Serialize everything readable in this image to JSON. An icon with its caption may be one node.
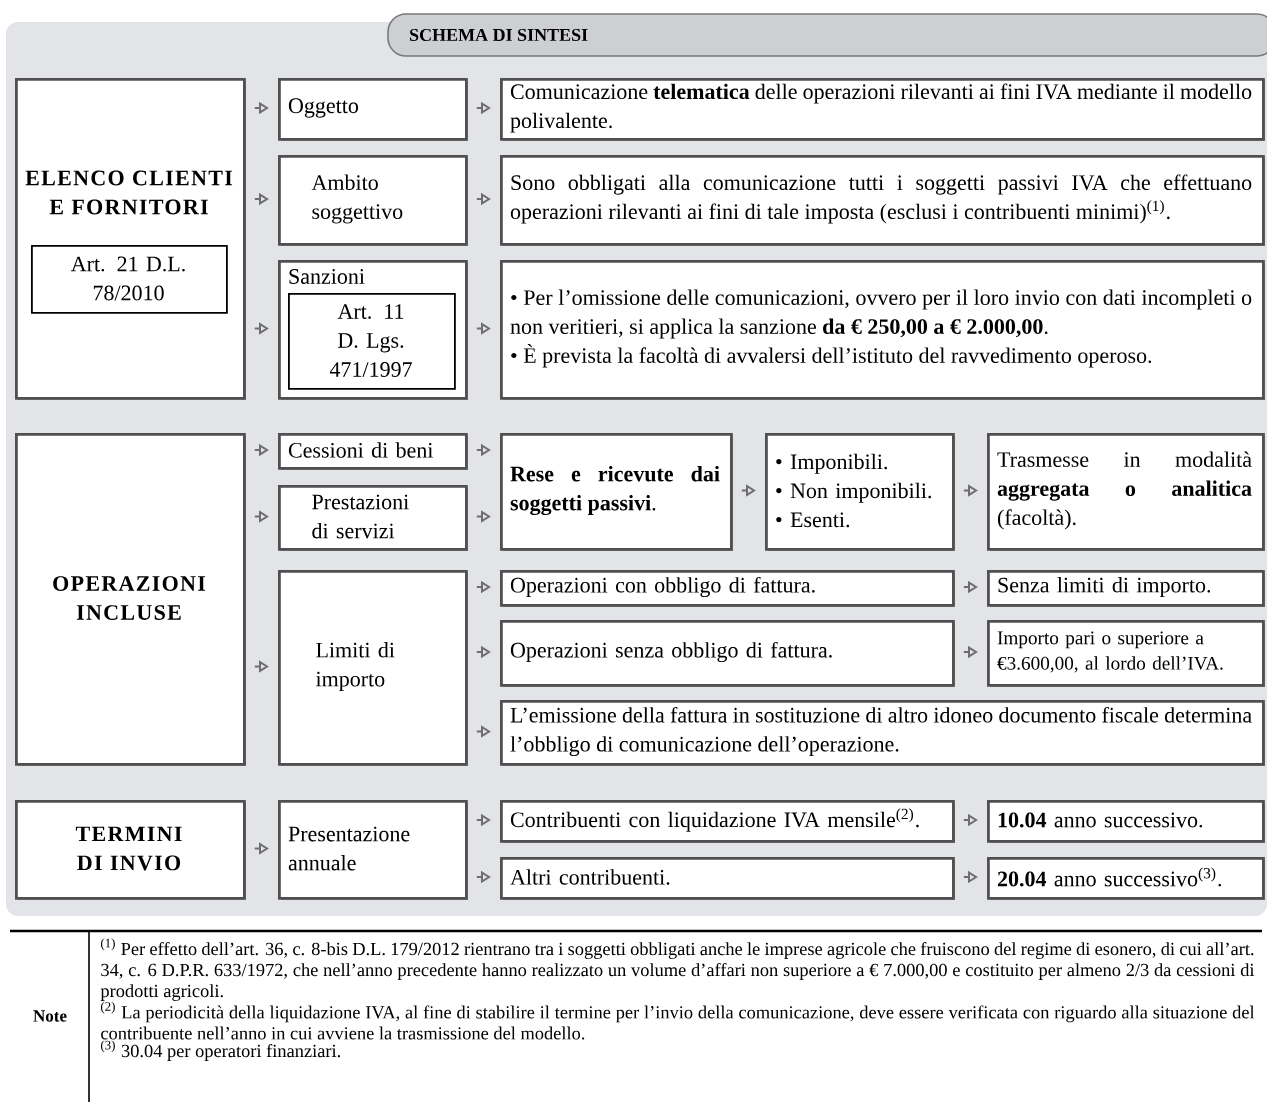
{
  "diagram": {
    "title": "SCHEMA DI SINTESI",
    "nodes": [
      {
        "text": [
          "ELENCO CLIENTI E FORNITORI"
        ]
      },
      {
        "text": [
          "Art. 21 D.L. 78/2010"
        ],
        "in": 0
      },
      {
        "text": [
          "Oggetto"
        ]
      },
      {
        "text": [
          "Ambito soggettivo"
        ]
      },
      {
        "text": [
          "Sanzioni"
        ]
      },
      {
        "text": [
          "Art. 11 D. Lgs. 471/1997"
        ],
        "in": 4
      },
      {
        "text": [
          "Comunicazione **telematica** delle operazioni rilevanti ai fini IVA mediante il modello polivalente."
        ]
      },
      {
        "text": [
          "Sono obbligati alla comunicazione tutti i soggetti passivi IVA che effettuano operazioni rilevanti ai fini di tale imposta (esclusi i contribuenti minimi)$^{(1)}$."
        ]
      },
      {
        "text": [
          "• Per l’omissione delle comunicazioni, ovvero per il loro invio con dati incompleti o non veritieri, si applica la sanzione **da € 250,00 a € 2.000,00**.",
          "• È prevista la facoltà di avvalersi dell’istituto del ravvedimento operoso."
        ]
      },
      {
        "text": [
          "OPERAZIONI INCLUSE"
        ]
      },
      {
        "text": [
          "Cessioni di beni"
        ]
      },
      {
        "text": [
          "Prestazioni di servizi"
        ]
      },
      {
        "text": [
          "Limiti di importo"
        ]
      },
      {
        "text": [
          "**Rese e ricevute dai soggetti passivi**."
        ]
      },
      {
        "text": [
          "• Imponibili.",
          "• Non imponibili.",
          "• Esenti."
        ]
      },
      {
        "text": [
          "Trasmesse in modalità **aggregata o analitica** (facoltà)."
        ]
      },
      {
        "text": [
          "Operazioni con obbligo di fattura."
        ]
      },
      {
        "text": [
          "Senza limiti di importo."
        ]
      },
      {
        "text": [
          "Operazioni senza obbligo di fattura."
        ]
      },
      {
        "text": [
          "Importo pari o superiore a €3.600,00, al lordo dell’IVA."
        ]
      },
      {
        "text": [
          "L’emissione della fattura in sostituzione di altro idoneo documento fiscale determina l’obbligo di comunicazione dell’operazione."
        ]
      },
      {
        "text": [
          "TERMINI DI INVIO"
        ]
      },
      {
        "text": [
          "Presentazione annuale"
        ]
      },
      {
        "text": [
          "Contribuenti con liquidazione IVA mensile$^{(2)}$."
        ]
      },
      {
        "text": [
          "**10.04** anno successivo."
        ]
      },
      {
        "text": [
          "Altri contribuenti."
        ]
      },
      {
        "text": [
          "**20.04** anno successivo$^{(3)}$."
        ]
      }
    ],
    "edges": [
      {
        "from": 0,
        "to": 2,
        "arrow": "to"
      },
      {
        "from": 0,
        "to": 3,
        "arrow": "to"
      },
      {
        "from": 0,
        "to": 4,
        "arrow": "to"
      },
      {
        "from": 2,
        "to": 6,
        "arrow": "to"
      },
      {
        "from": 3,
        "to": 7,
        "arrow": "to"
      },
      {
        "from": 4,
        "to": 8,
        "arrow": "to"
      },
      {
        "from": 9,
        "to": 10,
        "arrow": "to"
      },
      {
        "from": 9,
        "to": 11,
        "arrow": "to"
      },
      {
        "from": 9,
        "to": 12,
        "arrow": "to"
      },
      {
        "from": 10,
        "to": 13,
        "arrow": "to"
      },
      {
        "from": 11,
        "to": 13,
        "arrow": "to"
      },
      {
        "from": 13,
        "to": 14,
        "arrow": "to"
      },
      {
        "from": 14,
        "to": 15,
        "arrow": "to"
      },
      {
        "from": 12,
        "to": 16,
        "arrow": "to"
      },
      {
        "from": 12,
        "to": 18,
        "arrow": "to"
      },
      {
        "from": 12,
        "to": 20,
        "arrow": "to"
      },
      {
        "from": 16,
        "to": 17,
        "arrow": "to"
      },
      {
        "from": 18,
        "to": 19,
        "arrow": "to"
      },
      {
        "from": 21,
        "to": 22,
        "arrow": "to"
      },
      {
        "from": 22,
        "to": 23,
        "arrow": "to"
      },
      {
        "from": 22,
        "to": 25,
        "arrow": "to"
      },
      {
        "from": 23,
        "to": 24,
        "arrow": "to"
      },
      {
        "from": 25,
        "to": 26,
        "arrow": "to"
      }
    ],
    "labels": [
      "Note",
      "$^{(1)}$ Per effetto dell’art. 36, c. 8-bis D.L. 179/2012 rientrano tra i soggetti obbligati anche le imprese agricole che fruiscono del regime di esonero, di cui all’art. 34, c. 6 D.P.R. 633/1972, che nell’anno precedente hanno realizzato un volume d’affari non superiore a € 7.000,00 e costituito per almeno 2/3 da cessioni di prodotti agricoli.",
      "$^{(2)}$ La periodicità della liquidazione IVA, al fine di stabilire il termine per l’invio della comunicazione, deve essere verificata con riguardo alla situazione del contribuente nell’anno in cui avviene la trasmissione del modello.",
      "$^{(3)}$ 30.04 per operatori finanziari."
    ]
  }
}
